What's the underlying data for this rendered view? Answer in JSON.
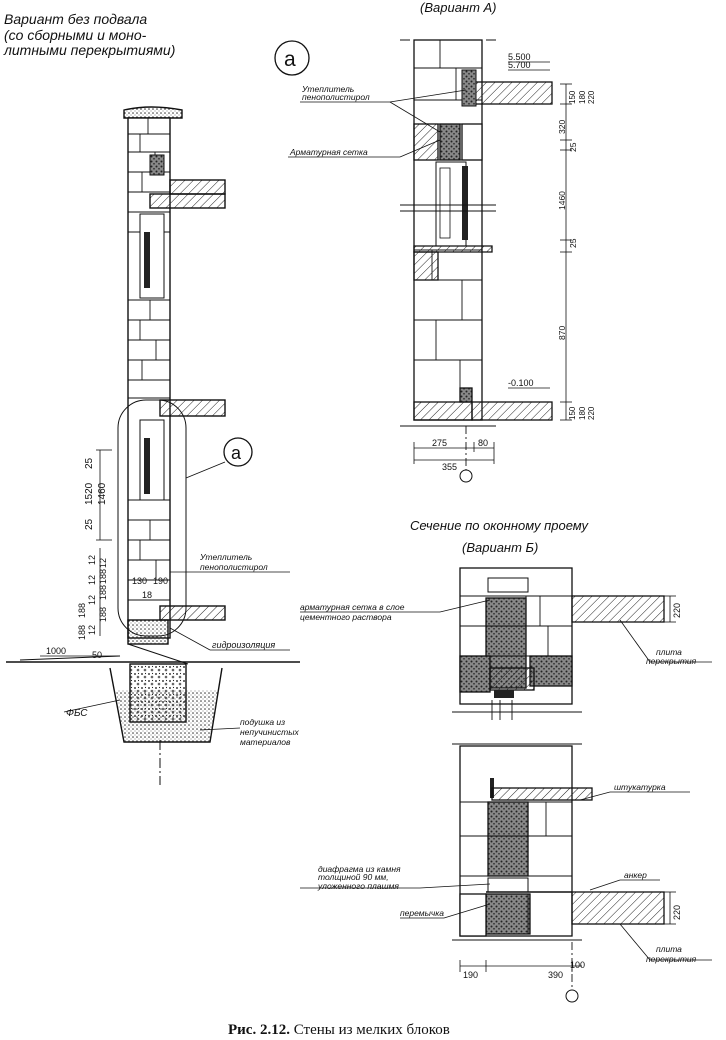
{
  "labels": {
    "left_title": [
      "Вариант без подвала",
      "(со сборными и моно-",
      "литными перекрытиями)"
    ],
    "top_title": "(Вариант А)",
    "mid_title": "Сечение по оконному проему",
    "variant_b": "(Вариант Б)",
    "callout_a": "a",
    "insulation_1": [
      "Утеплитель",
      "пенополистирол"
    ],
    "mesh": "Арматурная сетка",
    "insulation_2": [
      "Утеплитель",
      "пенополистирол"
    ],
    "waterproofing": "гидроизоляция",
    "fbs": "ФБС",
    "cushion": [
      "подушка из",
      "непучинистых",
      "материалов"
    ],
    "mesh_mortar": [
      "арматурная сетка в слое",
      "цементного раствора"
    ],
    "slab_1": [
      "плита",
      "перекрытия"
    ],
    "plaster": "штукатурка",
    "anchor": "анкер",
    "diaphragm": [
      "диафрагма из камня",
      "толщиной 90 мм,",
      "уложенного плашмя"
    ],
    "lintel": "перемычка",
    "slab_2": [
      "плита",
      "перекрытия"
    ],
    "caption_bold": "Рис. 2.12.",
    "caption_rest": " Стены из мелких блоков"
  },
  "dims": {
    "el_top": "5.500",
    "el_top2": "5.700",
    "el_bot": "-0.100",
    "a_150_top": "150",
    "a_180_top": "180",
    "a_220_top": "220",
    "a_320": "320",
    "a_25_1": "25",
    "a_1460": "1460",
    "a_25_2": "25",
    "a_870": "870",
    "a_150_bot": "150",
    "a_180_bot": "180",
    "a_220_bot": "220",
    "a_275": "275",
    "a_80": "80",
    "a_355": "355",
    "l_1520": "1520",
    "l_25_1": "25",
    "l_1460": "1460",
    "l_25_2": "25",
    "l_12_a": "12",
    "l_12_b": "12",
    "l_12_c": "12",
    "l_188_a": "188",
    "l_188_b": "188",
    "l_12_d": "12",
    "l_12_e": "12",
    "l_188_c": "188",
    "l_188_d": "188",
    "l_188_e": "188",
    "l_130": "130",
    "l_190": "190",
    "l_18": "18",
    "l_1000": "1000",
    "l_50": "50",
    "b_220_top": "220",
    "b_220_bot": "220",
    "b_190": "190",
    "b_390": "390",
    "b_100": "100"
  }
}
